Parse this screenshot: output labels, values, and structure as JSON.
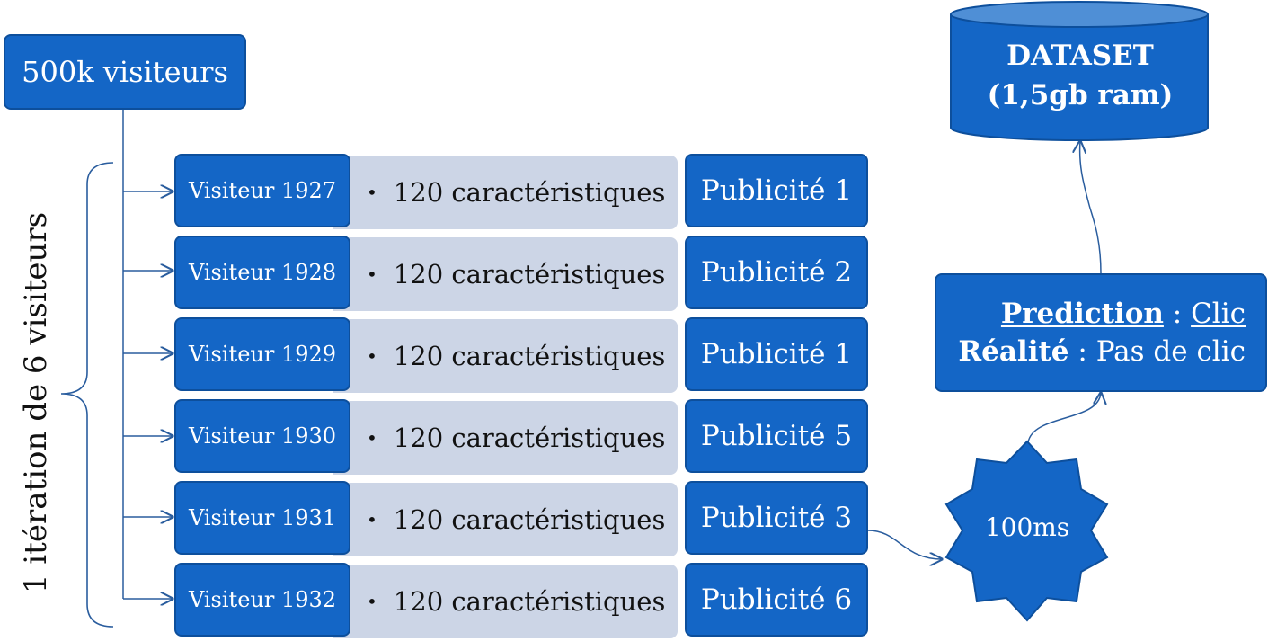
{
  "source_box": {
    "label": "500k visiteurs"
  },
  "iteration_label": "1 itération de 6 visiteurs",
  "rows": [
    {
      "visitor": "Visiteur 1927",
      "features": "120 caractéristiques",
      "ad": "Publicité 1"
    },
    {
      "visitor": "Visiteur 1928",
      "features": "120 caractéristiques",
      "ad": "Publicité 2"
    },
    {
      "visitor": "Visiteur 1929",
      "features": "120 caractéristiques",
      "ad": "Publicité 1"
    },
    {
      "visitor": "Visiteur 1930",
      "features": "120 caractéristiques",
      "ad": "Publicité 5"
    },
    {
      "visitor": "Visiteur 1931",
      "features": "120 caractéristiques",
      "ad": "Publicité 3"
    },
    {
      "visitor": "Visiteur 1932",
      "features": "120 caractéristiques",
      "ad": "Publicité 6"
    }
  ],
  "latency": {
    "label": "100ms"
  },
  "prediction_box": {
    "prediction_key": "Prediction",
    "prediction_value": "Clic",
    "reality_key": "Réalité",
    "reality_value": "Pas de clic",
    "separator": " : "
  },
  "dataset": {
    "line1": "DATASET",
    "line2": "(1,5gb ram)"
  },
  "colors": {
    "box_fill": "#1466c6",
    "box_border": "#0d4f9c",
    "feature_fill": "#ccd5e6",
    "connector": "#2a5d9e"
  }
}
